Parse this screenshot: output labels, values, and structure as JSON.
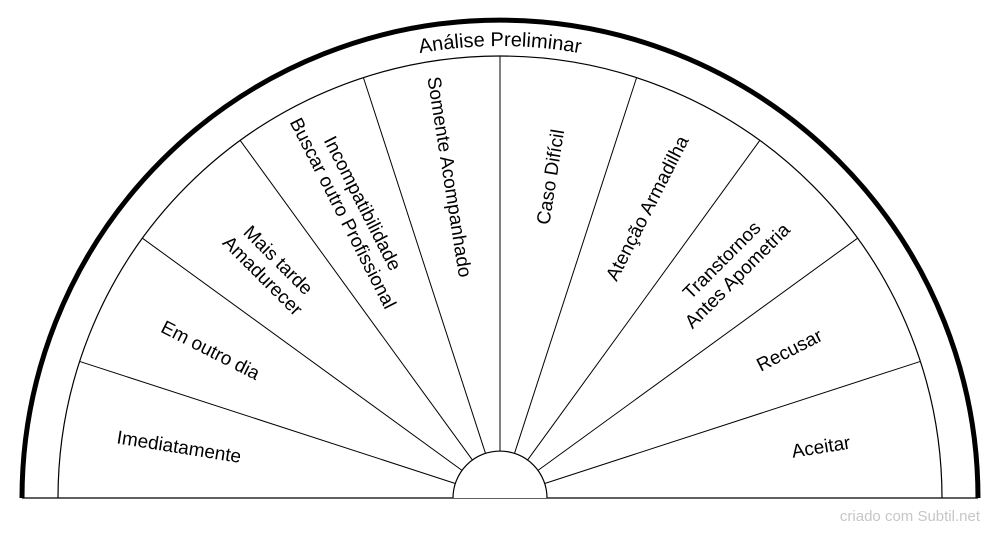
{
  "title": "Análise Preliminar",
  "segments": [
    {
      "lines": [
        "Imediatamente"
      ]
    },
    {
      "lines": [
        "Em outro dia"
      ]
    },
    {
      "lines": [
        "Mais tarde",
        "Amadurecer"
      ]
    },
    {
      "lines": [
        "Incompatibilidade",
        "Buscar outro Profissional"
      ]
    },
    {
      "lines": [
        "Somente Acompanhado"
      ]
    },
    {
      "lines": [
        "Caso Difícil"
      ]
    },
    {
      "lines": [
        "Atenção Armadilha"
      ]
    },
    {
      "lines": [
        "Transtornos",
        "Antes Apometria"
      ]
    },
    {
      "lines": [
        "Recusar"
      ]
    },
    {
      "lines": [
        "Aceitar"
      ]
    }
  ],
  "credit": "criado com Subtil.net",
  "colors": {
    "stroke": "#000000",
    "background": "#ffffff",
    "credit": "#c6c6c6"
  }
}
